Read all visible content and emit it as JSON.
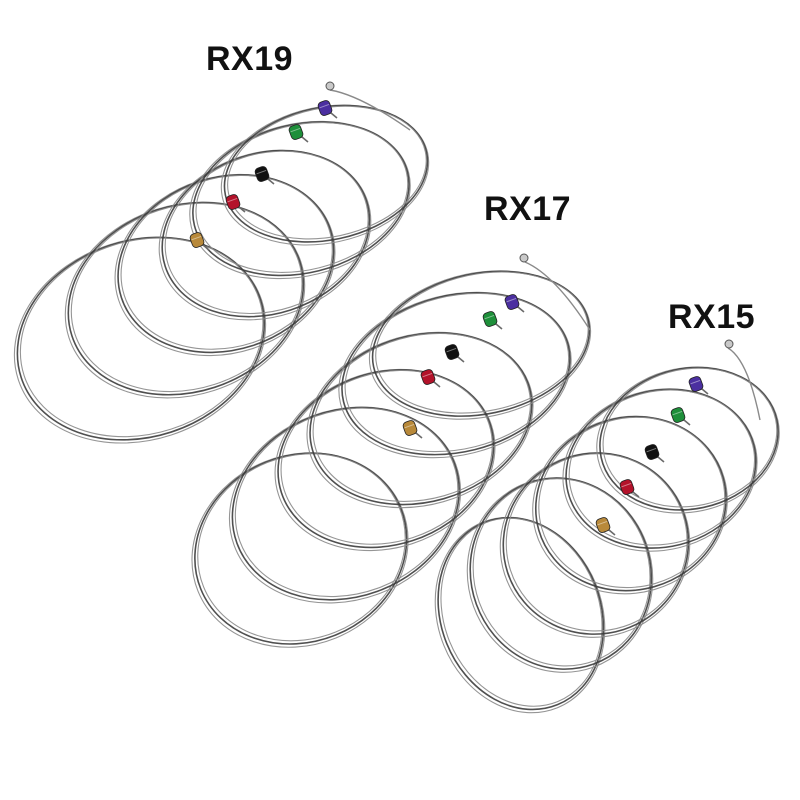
{
  "labels": {
    "set_a": "RX19",
    "set_b": "RX17",
    "set_c": "RX15"
  },
  "colors": {
    "background": "#ffffff",
    "label_text": "#111111",
    "string_steel": "#8a8a8a",
    "string_dark": "#3c3c3c",
    "ball_end_colors": [
      "#4b2fa0",
      "#1e8f3a",
      "#111111",
      "#b3122a",
      "#b8893a"
    ]
  },
  "image_description_icons": [
    "guitar-string-coil",
    "ball-end-bead"
  ]
}
